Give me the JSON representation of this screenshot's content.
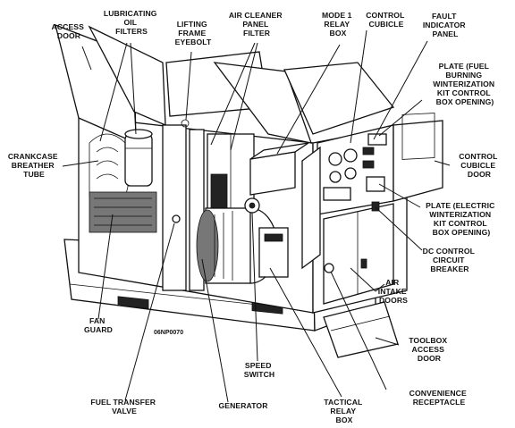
{
  "labels": {
    "access_door": [
      "ACCESS",
      "DOOR"
    ],
    "lubricating_oil_filters": [
      "LUBRICATING",
      "OIL",
      "FILTERS"
    ],
    "lifting_frame_eyebolt": [
      "LIFTING",
      "FRAME",
      "EYEBOLT"
    ],
    "air_cleaner_panel_filter": [
      "AIR CLEANER",
      "PANEL",
      "FILTER"
    ],
    "mode_1_relay_box": [
      "MODE 1",
      "RELAY",
      "BOX"
    ],
    "control_cubicle": [
      "CONTROL",
      "CUBICLE"
    ],
    "fault_indicator_panel": [
      "FAULT",
      "INDICATOR",
      "PANEL"
    ],
    "plate_fuel_burning": [
      "PLATE (FUEL",
      "BURNING",
      "WINTERIZATION",
      "KIT CONTROL",
      "BOX OPENING)"
    ],
    "crankcase_breather_tube": [
      "CRANKCASE",
      "BREATHER",
      "TUBE"
    ],
    "control_cubicle_door": [
      "CONTROL",
      "CUBICLE",
      "DOOR"
    ],
    "plate_electric": [
      "PLATE (ELECTRIC",
      "WINTERIZATION",
      "KIT CONTROL",
      "BOX OPENING)"
    ],
    "dc_control_circuit_breaker": [
      "DC CONTROL",
      "CIRCUIT",
      "BREAKER"
    ],
    "air_intake_doors": [
      "AIR",
      "INTAKE",
      "DOORS"
    ],
    "fan_guard": [
      "FAN",
      "GUARD"
    ],
    "toolbox_access_door": [
      "TOOLBOX",
      "ACCESS",
      "DOOR"
    ],
    "speed_switch": [
      "SPEED",
      "SWITCH"
    ],
    "fuel_transfer_valve": [
      "FUEL TRANSFER",
      "VALVE"
    ],
    "generator": [
      "GENERATOR"
    ],
    "tactical_relay_box": [
      "TACTICAL",
      "RELAY",
      "BOX"
    ],
    "convenience_receptacle": [
      "CONVENIENCE",
      "RECEPTACLE"
    ]
  },
  "figure_code": "06NP0070"
}
